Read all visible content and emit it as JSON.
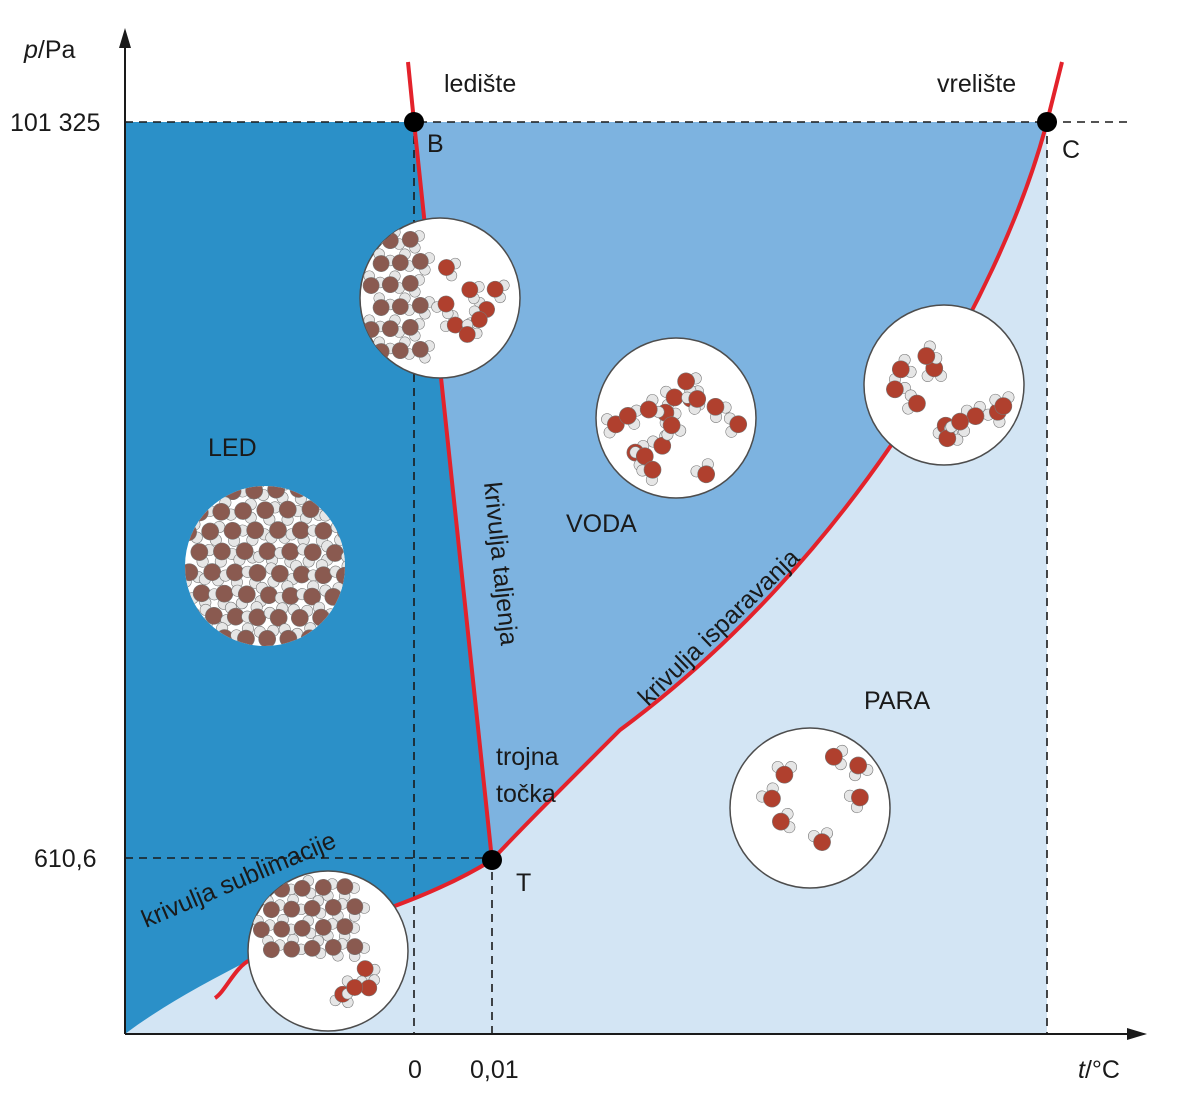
{
  "axes": {
    "y_label_italic": "p",
    "y_label_unit": "/Pa",
    "x_label_italic": "t",
    "x_label_unit": "/°C",
    "y_ticks": [
      "101 325",
      "610,6"
    ],
    "x_ticks": [
      "0",
      "0,01"
    ]
  },
  "regions": {
    "solid": "LED",
    "liquid": "VODA",
    "vapor": "PARA"
  },
  "curves": {
    "melting": "krivulja taljenja",
    "vaporization": "krivulja isparavanja",
    "sublimation": "krivulja sublimacije"
  },
  "points": {
    "freezing_label": "ledište",
    "boiling_label": "vrelište",
    "B": "B",
    "C": "C",
    "T": "T",
    "triple_line1": "trojna",
    "triple_line2": "točka"
  },
  "colors": {
    "solid_region": "#2b90c8",
    "liquid_region": "#7db3e0",
    "vapor_region": "#d3e5f4",
    "curve": "#e3222b",
    "oxygen": "#b0402e",
    "hydrogen": "#e6e6e6",
    "ice_molecule": "#8a5a50"
  },
  "icons": [
    "ice-molecules-icon",
    "liquid-molecules-icon",
    "vapor-molecules-icon"
  ]
}
